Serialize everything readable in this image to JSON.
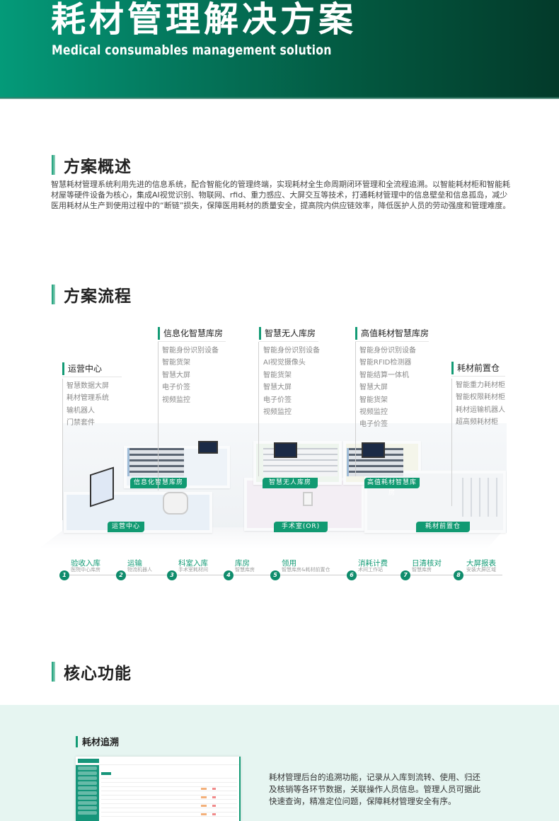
{
  "hero": {
    "title": "耗材管理解决方案",
    "subtitle": "Medical consumables management solution",
    "gradient": [
      "#049a79",
      "#033a2a"
    ]
  },
  "overview": {
    "heading": "方案概述",
    "body": "智慧耗材管理系统利用先进的信息系统，配合智能化的管理终端，实现耗材全生命周期闭环管理和全流程追溯。以智能耗材柜和智能耗材屋等硬件设备为核心，集成AI视觉识别、物联网、rfid、重力感应、大屏交互等技术，打通耗材管理中的信息壁垒和信息孤岛，减少医用耗材从生产到使用过程中的“断链”损失，保障医用耗材的质量安全，提高院内供应链效率，降低医护人员的劳动强度和管理难度。"
  },
  "flow": {
    "heading": "方案流程",
    "columns": [
      {
        "title": "运营中心",
        "items": [
          "智慧数据大屏",
          "耗材管理系统",
          "输机器人",
          "门禁套件"
        ]
      },
      {
        "title": "信息化智慧库房",
        "items": [
          "智能身份识别设备",
          "智能货架",
          "智慧大屏",
          "电子价签",
          "视频监控"
        ]
      },
      {
        "title": "智慧无人库房",
        "items": [
          "智能身份识别设备",
          "AI视觉摄像头",
          "智能货架",
          "智慧大屏",
          "电子价签",
          "视频监控"
        ]
      },
      {
        "title": "高值耗材智慧库房",
        "items": [
          "智能身份识别设备",
          "智能RFID检测器",
          "智能结算一体机",
          "智慧大屏",
          "智能货架",
          "视频监控",
          "电子价签"
        ]
      },
      {
        "title": "耗材前置仓",
        "items": [
          "智能重力耗材柜",
          "智能权限耗材柜",
          "耗材运输机器人",
          "超高频耗材柜"
        ]
      }
    ],
    "room_labels": {
      "info_warehouse": "信息化智慧库房",
      "unmanned_warehouse": "智慧无人库房",
      "high_value_warehouse": "高值耗材智慧库房",
      "ops_center": "运营中心",
      "operating_room": "手术室(OR)",
      "front_warehouse": "耗材前置仓"
    },
    "steps": [
      {
        "num": "1",
        "label": "验收入库",
        "sub": "医院中心库房"
      },
      {
        "num": "2",
        "label": "运输",
        "sub": "物流机器人"
      },
      {
        "num": "3",
        "label": "科室入库",
        "sub": "手术室耗材间"
      },
      {
        "num": "4",
        "label": "库房",
        "sub": "智慧库房"
      },
      {
        "num": "5",
        "label": "领用",
        "sub": "智慧库房&耗材前置仓"
      },
      {
        "num": "6",
        "label": "消耗计费",
        "sub": "术间工作站"
      },
      {
        "num": "7",
        "label": "日清核对",
        "sub": "智慧库房"
      },
      {
        "num": "8",
        "label": "大屏报表",
        "sub": "安装大屏区域"
      }
    ]
  },
  "core": {
    "heading": "核心功能",
    "feature_title": "耗材追溯",
    "feature_desc": "耗材管理后台的追溯功能，记录从入库到流转、使用、归还及核销等各环节数据，关联操作人员信息。管理人员可据此快速查询，精准定位问题，保障耗材管理安全有序。",
    "accent": "#139b75"
  }
}
